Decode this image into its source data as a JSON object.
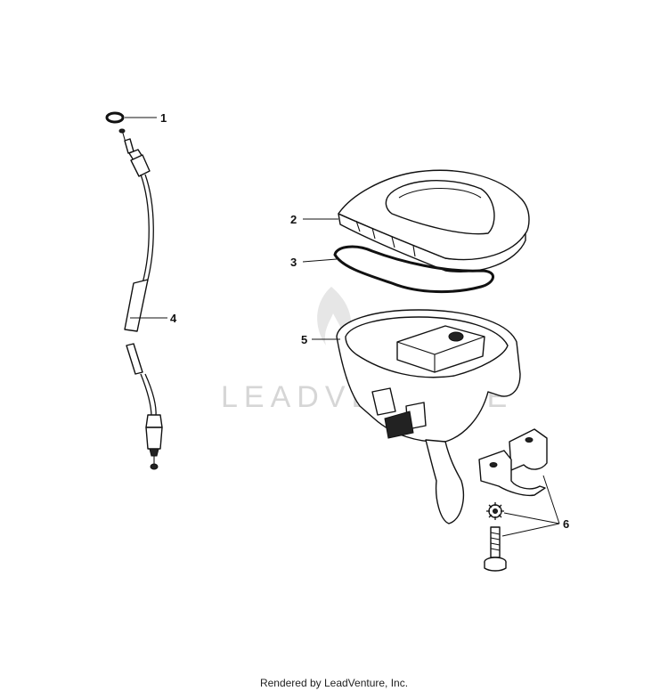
{
  "callouts": [
    {
      "id": "1",
      "text": "1"
    },
    {
      "id": "2",
      "text": "2"
    },
    {
      "id": "3",
      "text": "3"
    },
    {
      "id": "4",
      "text": "4"
    },
    {
      "id": "5",
      "text": "5"
    },
    {
      "id": "6",
      "text": "6"
    }
  ],
  "watermark": "LEADVENTURE",
  "footer": "Rendered by LeadVenture, Inc."
}
